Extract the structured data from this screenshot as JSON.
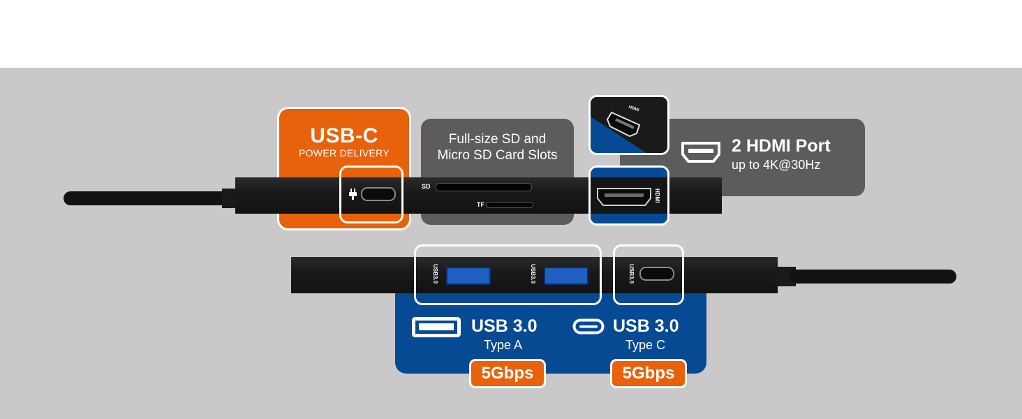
{
  "usb_c_pd": {
    "title": "USB-C",
    "subtitle": "POWER DELIVERY"
  },
  "card_slots": {
    "text": "Full-size SD and\nMicro SD Card Slots",
    "sd_label": "SD",
    "tf_label": "TF"
  },
  "hdmi": {
    "title": "2 HDMI Port",
    "subtitle": "up to 4K@30Hz",
    "port_label": "HDMI",
    "closeup_label": "HDMI"
  },
  "usb_a": {
    "title": "USB 3.0",
    "subtitle": "Type A",
    "speed": "5Gbps",
    "port_label": "USB3.0"
  },
  "usb_c": {
    "title": "USB 3.0",
    "subtitle": "Type C",
    "speed": "5Gbps",
    "port_label": "USB3.0"
  },
  "colors": {
    "orange": "#e8620c",
    "blue": "#074a94",
    "gray_box": "#5d5b5c",
    "background": "#cbc8c9"
  }
}
